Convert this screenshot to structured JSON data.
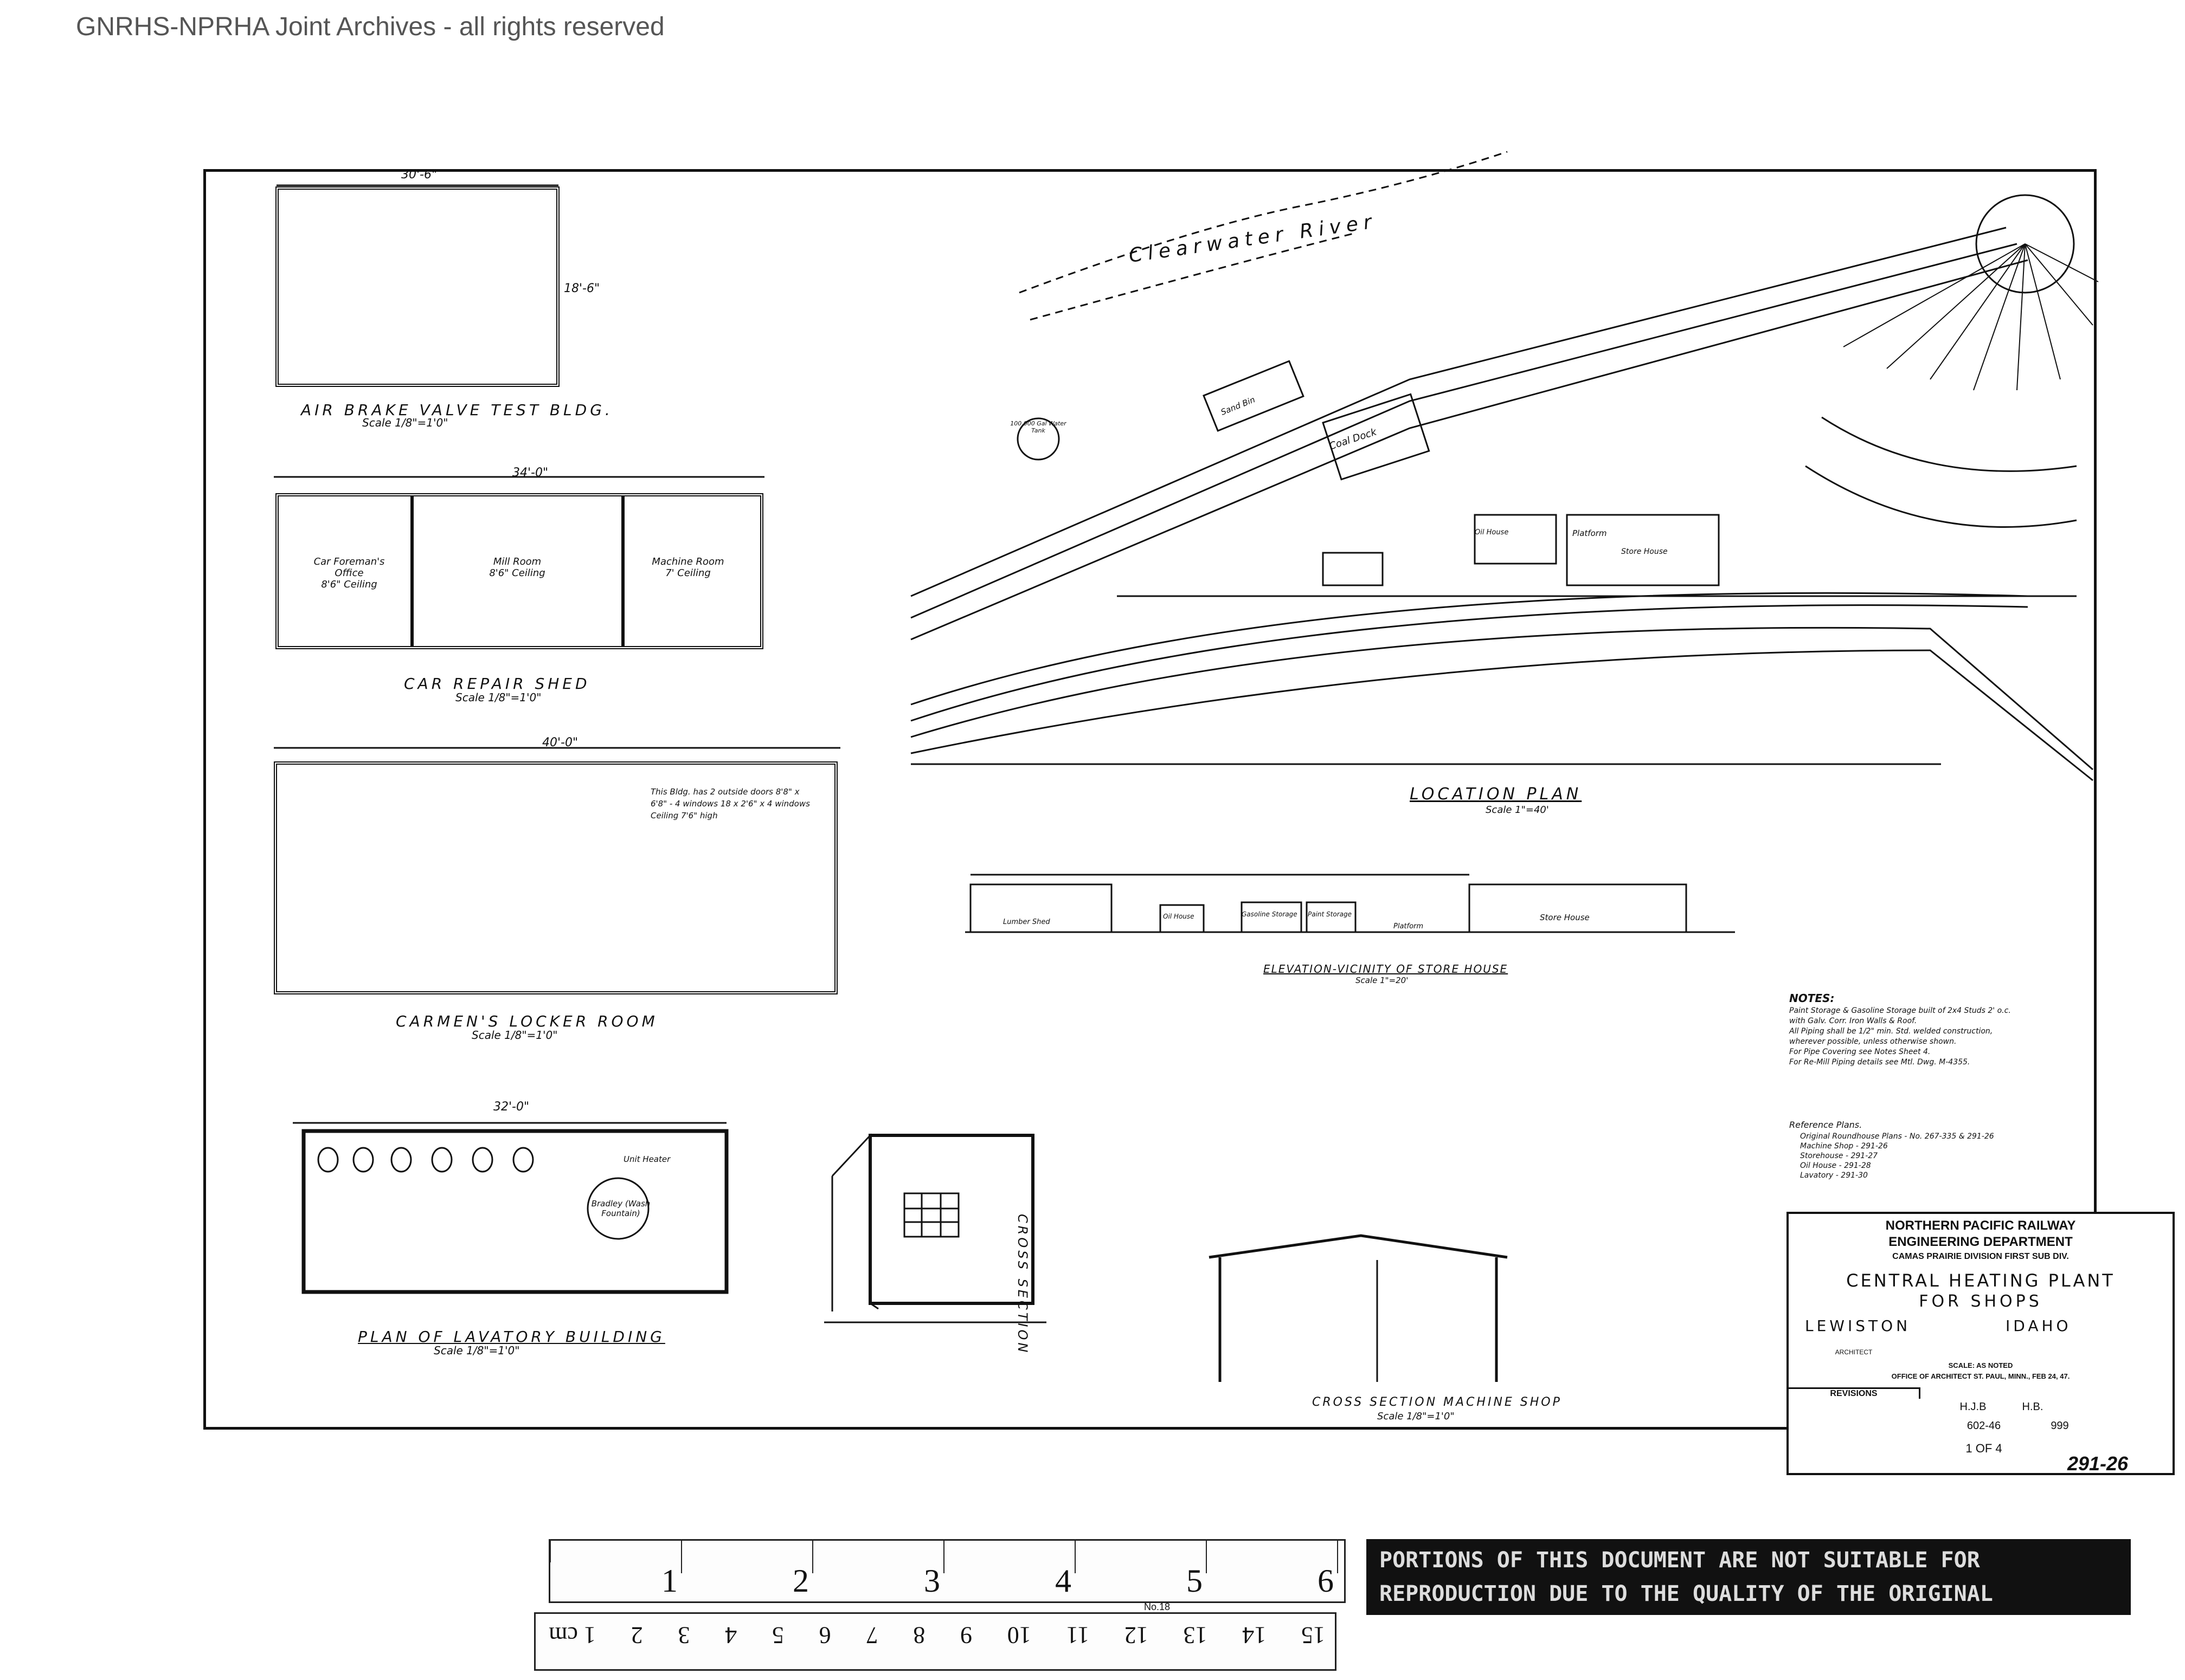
{
  "watermark": "GNRHS-NPRHA Joint Archives - all rights reserved",
  "air_brake": {
    "title": "AIR BRAKE VALVE TEST BLDG.",
    "scale": "Scale 1/8\"=1'0\"",
    "dim_w": "30'-6\"",
    "dim_h": "18'-6\""
  },
  "car_repair": {
    "title": "CAR REPAIR SHED",
    "scale": "Scale 1/8\"=1'0\"",
    "dim_w": "34'-0\"",
    "rooms": [
      {
        "name": "Car Foreman's Office",
        "note": "8'6\" Ceiling"
      },
      {
        "name": "Mill Room",
        "note": "8'6\" Ceiling"
      },
      {
        "name": "Machine Room",
        "note": "7' Ceiling"
      }
    ]
  },
  "locker": {
    "title": "CARMEN'S LOCKER ROOM",
    "scale": "Scale 1/8\"=1'0\"",
    "dim_w": "40'-0\"",
    "note": "This Bldg. has 2 outside doors 8'8\" x 6'8\" - 4 windows 18 x 2'6\" x 4 windows Ceiling 7'6\" high"
  },
  "lavatory": {
    "title": "PLAN OF LAVATORY BUILDING",
    "scale": "Scale 1/8\"=1'0\"",
    "dim_w": "32'-0\"",
    "fixture": "Bradley (Wash Fountain)",
    "heater": "Unit Heater"
  },
  "cross_section": {
    "title": "CROSS SECTION"
  },
  "machine_shop": {
    "title": "CROSS SECTION MACHINE SHOP",
    "scale": "Scale 1/8\"=1'0\""
  },
  "location_plan": {
    "title": "LOCATION PLAN",
    "scale": "Scale 1\"=40'",
    "river": "Clearwater River",
    "labels": [
      "Coal Dock",
      "Sand Bin",
      "Platform",
      "Store House",
      "100,000 Gal Water Tank",
      "Oil House"
    ]
  },
  "elevation": {
    "title": "ELEVATION-VICINITY OF STORE HOUSE",
    "scale": "Scale 1\"=20'",
    "buildings": [
      "Lumber Shed",
      "Oil House",
      "Gasoline Storage",
      "Paint Storage",
      "Store House"
    ],
    "platform": "Platform"
  },
  "notes": {
    "title": "NOTES:",
    "lines": [
      "Paint Storage & Gasoline Storage built of 2x4 Studs 2' o.c.",
      "with Galv. Corr. Iron Walls & Roof.",
      "All Piping shall be 1/2\" min. Std. welded construction,",
      "wherever possible, unless otherwise shown.",
      "For Pipe Covering see Notes Sheet 4.",
      "For Re-Mill Piping details see Mtl. Dwg. M-4355."
    ]
  },
  "reference": {
    "title": "Reference Plans.",
    "lines": [
      "Original Roundhouse Plans - No. 267-335 & 291-26",
      "Machine Shop - 291-26",
      "Storehouse - 291-27",
      "Oil House - 291-28",
      "Lavatory - 291-30"
    ]
  },
  "title_block": {
    "company": "NORTHERN PACIFIC RAILWAY",
    "department": "ENGINEERING DEPARTMENT",
    "division": "CAMAS PRAIRIE DIVISION FIRST SUB DIV.",
    "title1": "CENTRAL HEATING PLANT",
    "title2": "FOR SHOPS",
    "city": "LEWISTON",
    "state": "IDAHO",
    "architect": "ARCHITECT",
    "scale": "SCALE: AS NOTED",
    "office": "OFFICE OF ARCHITECT ST. PAUL, MINN., FEB 24, 47.",
    "revisions": "REVISIONS",
    "drawn": "H.J.B",
    "traced": "H.B.",
    "afe": "602-46",
    "job": "999",
    "sheet": "1 OF 4",
    "file_no": "291-26"
  },
  "ruler": {
    "inches": [
      "1",
      "2",
      "3",
      "4",
      "5",
      "6"
    ],
    "cm": [
      "1 cm",
      "2",
      "3",
      "4",
      "5",
      "6",
      "7",
      "8",
      "9",
      "10",
      "11",
      "12",
      "13",
      "14",
      "15"
    ],
    "maker": "No.18"
  },
  "disclaimer": "PORTIONS OF THIS DOCUMENT ARE NOT SUITABLE FOR REPRODUCTION DUE TO THE QUALITY OF THE ORIGINAL"
}
